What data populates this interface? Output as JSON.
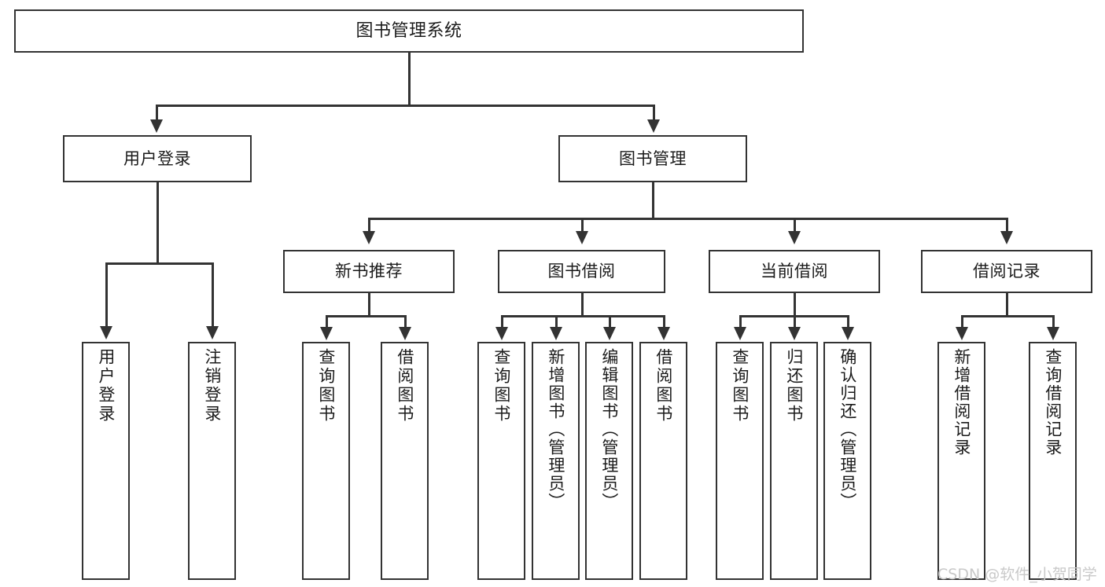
{
  "diagram": {
    "title": "图书管理系统",
    "type": "functional-structure-tree",
    "watermark": "CSDN @软件_小贺同学",
    "colors": {
      "background": "#ffffff",
      "box_border": "#333333",
      "text": "#1b1b1b",
      "connector": "#333333",
      "watermark": "#c9c9c9"
    }
  },
  "nodes": {
    "root": {
      "label": "图书管理系统"
    },
    "level2": [
      {
        "label": "用户登录"
      },
      {
        "label": "图书管理"
      }
    ],
    "level3": [
      {
        "label": "新书推荐"
      },
      {
        "label": "图书借阅"
      },
      {
        "label": "当前借阅"
      },
      {
        "label": "借阅记录"
      }
    ],
    "leaves": {
      "user_login": [
        {
          "label": "用户登录"
        },
        {
          "label": "注销登录"
        }
      ],
      "new_book_recommend": [
        {
          "label": "查询图书"
        },
        {
          "label": "借阅图书"
        }
      ],
      "book_borrow": [
        {
          "label": "查询图书"
        },
        {
          "label": "新增图书（管理员）"
        },
        {
          "label": "编辑图书（管理员）"
        },
        {
          "label": "借阅图书"
        }
      ],
      "current_borrow": [
        {
          "label": "查询图书"
        },
        {
          "label": "归还图书"
        },
        {
          "label": "确认归还（管理员）"
        }
      ],
      "borrow_record": [
        {
          "label": "新增借阅记录"
        },
        {
          "label": "查询借阅记录"
        }
      ]
    }
  }
}
